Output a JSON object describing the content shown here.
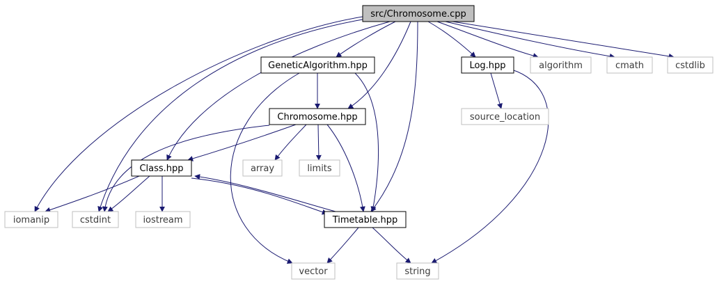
{
  "diagram": {
    "title": "src/Chromosome.cpp",
    "colors": {
      "edge": "#191970",
      "root_fill": "#bfbfbf",
      "local_border": "#000000",
      "external_border": "#bfbfbf",
      "text": "#000000"
    },
    "nodes": [
      {
        "id": "chromosome_cpp",
        "label": "src/Chromosome.cpp",
        "kind": "root"
      },
      {
        "id": "genetic_algorithm_hpp",
        "label": "GeneticAlgorithm.hpp",
        "kind": "local"
      },
      {
        "id": "log_hpp",
        "label": "Log.hpp",
        "kind": "local"
      },
      {
        "id": "algorithm",
        "label": "algorithm",
        "kind": "external"
      },
      {
        "id": "cmath",
        "label": "cmath",
        "kind": "external"
      },
      {
        "id": "cstdlib",
        "label": "cstdlib",
        "kind": "external"
      },
      {
        "id": "chromosome_hpp",
        "label": "Chromosome.hpp",
        "kind": "local"
      },
      {
        "id": "source_location",
        "label": "source_location",
        "kind": "external"
      },
      {
        "id": "class_hpp",
        "label": "Class.hpp",
        "kind": "local"
      },
      {
        "id": "array",
        "label": "array",
        "kind": "external"
      },
      {
        "id": "limits",
        "label": "limits",
        "kind": "external"
      },
      {
        "id": "iomanip",
        "label": "iomanip",
        "kind": "external"
      },
      {
        "id": "cstdint",
        "label": "cstdint",
        "kind": "external"
      },
      {
        "id": "iostream",
        "label": "iostream",
        "kind": "external"
      },
      {
        "id": "timetable_hpp",
        "label": "Timetable.hpp",
        "kind": "local"
      },
      {
        "id": "vector",
        "label": "vector",
        "kind": "external"
      },
      {
        "id": "string",
        "label": "string",
        "kind": "external"
      }
    ],
    "edges": [
      {
        "from": "chromosome_cpp",
        "to": "genetic_algorithm_hpp"
      },
      {
        "from": "chromosome_cpp",
        "to": "chromosome_hpp"
      },
      {
        "from": "chromosome_cpp",
        "to": "class_hpp"
      },
      {
        "from": "chromosome_cpp",
        "to": "iomanip"
      },
      {
        "from": "chromosome_cpp",
        "to": "cstdint"
      },
      {
        "from": "chromosome_cpp",
        "to": "timetable_hpp"
      },
      {
        "from": "chromosome_cpp",
        "to": "log_hpp"
      },
      {
        "from": "chromosome_cpp",
        "to": "algorithm"
      },
      {
        "from": "chromosome_cpp",
        "to": "cmath"
      },
      {
        "from": "chromosome_cpp",
        "to": "cstdlib"
      },
      {
        "from": "genetic_algorithm_hpp",
        "to": "chromosome_hpp"
      },
      {
        "from": "genetic_algorithm_hpp",
        "to": "vector"
      },
      {
        "from": "genetic_algorithm_hpp",
        "to": "timetable_hpp"
      },
      {
        "from": "chromosome_hpp",
        "to": "class_hpp"
      },
      {
        "from": "chromosome_hpp",
        "to": "array"
      },
      {
        "from": "chromosome_hpp",
        "to": "limits"
      },
      {
        "from": "chromosome_hpp",
        "to": "timetable_hpp"
      },
      {
        "from": "chromosome_hpp",
        "to": "cstdint"
      },
      {
        "from": "class_hpp",
        "to": "iomanip"
      },
      {
        "from": "class_hpp",
        "to": "cstdint"
      },
      {
        "from": "class_hpp",
        "to": "iostream"
      },
      {
        "from": "class_hpp",
        "to": "timetable_hpp"
      },
      {
        "from": "timetable_hpp",
        "to": "class_hpp"
      },
      {
        "from": "timetable_hpp",
        "to": "vector"
      },
      {
        "from": "timetable_hpp",
        "to": "string"
      },
      {
        "from": "log_hpp",
        "to": "source_location"
      },
      {
        "from": "log_hpp",
        "to": "string"
      }
    ]
  }
}
